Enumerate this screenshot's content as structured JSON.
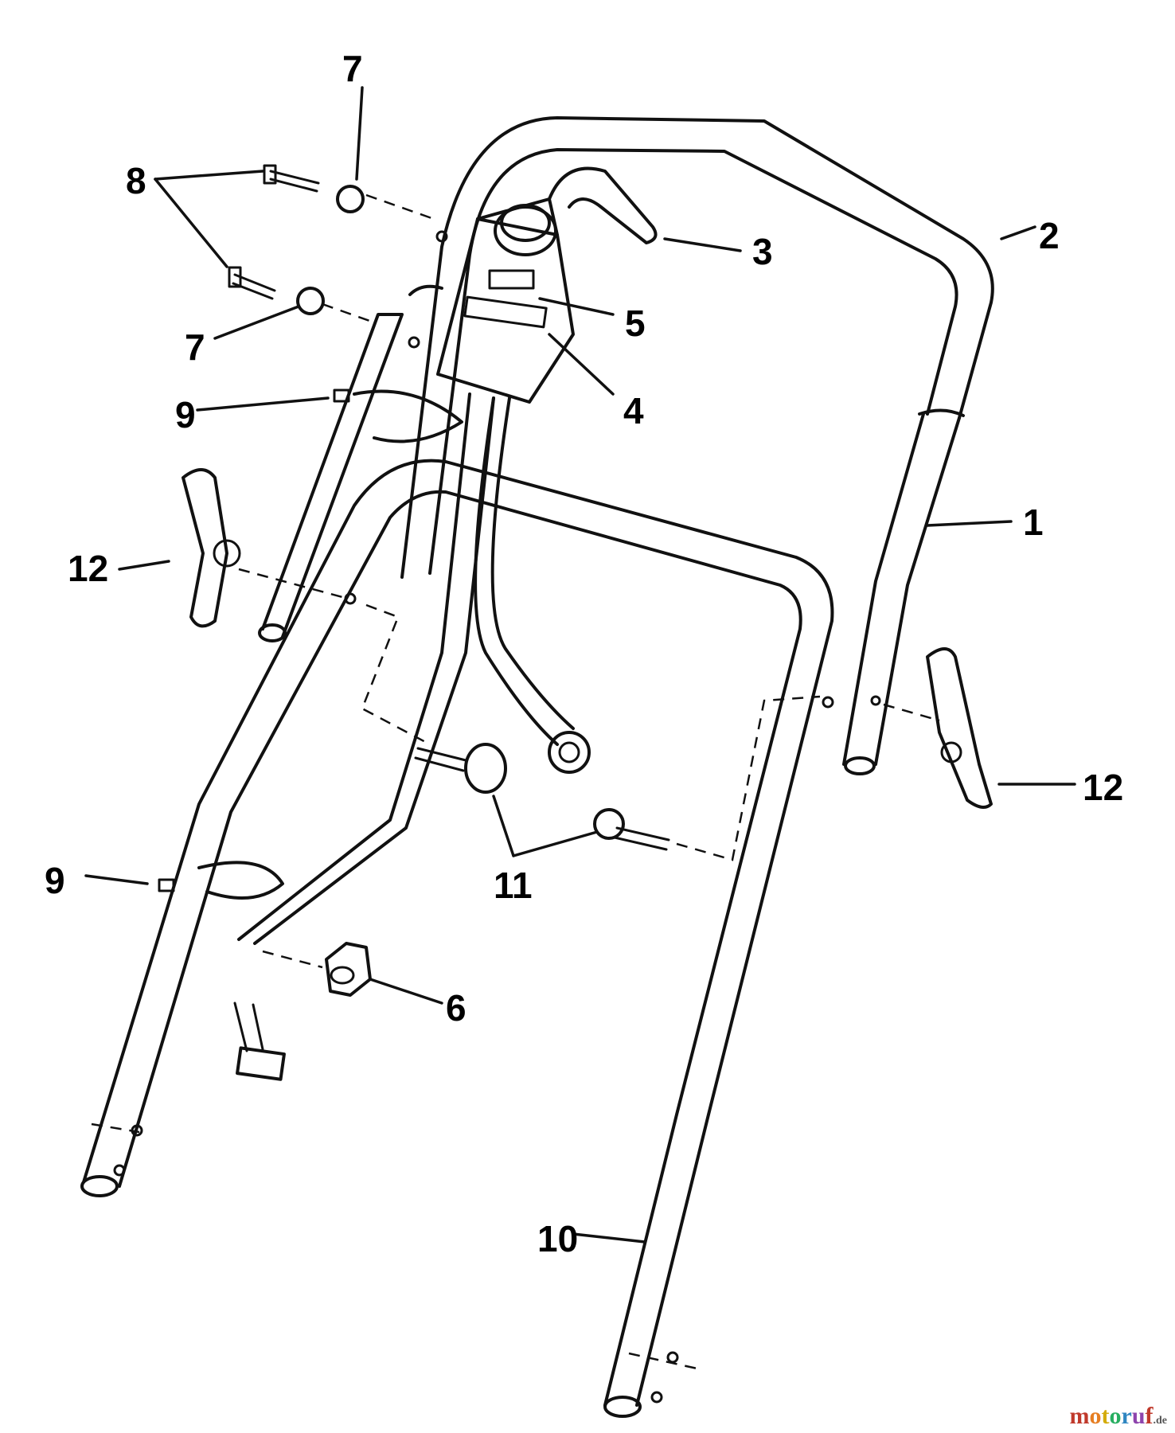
{
  "callouts": {
    "c1": "1",
    "c2": "2",
    "c3": "3",
    "c4": "4",
    "c5": "5",
    "c6": "6",
    "c7a": "7",
    "c7b": "7",
    "c8": "8",
    "c9a": "9",
    "c9b": "9",
    "c10": "10",
    "c11": "11",
    "c12a": "12",
    "c12b": "12"
  },
  "watermark": {
    "letters": [
      "m",
      "o",
      "t",
      "o",
      "r",
      "u",
      "f"
    ],
    "letter_colors": [
      "#c0392b",
      "#e67e22",
      "#d4ac0d",
      "#27ae60",
      "#2e86c1",
      "#8e44ad",
      "#c0392b"
    ],
    "suffix": ".de"
  }
}
